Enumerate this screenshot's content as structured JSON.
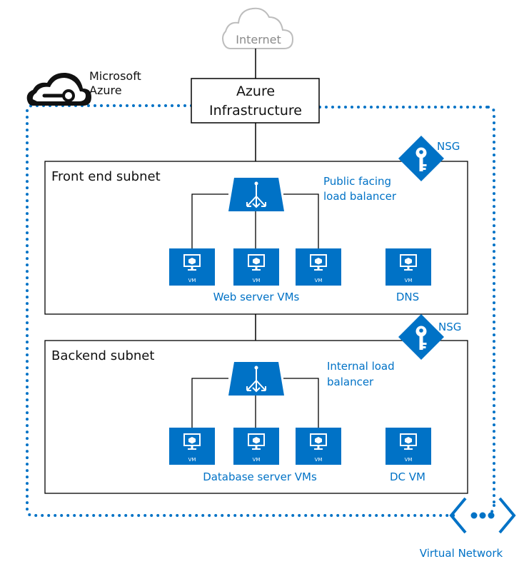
{
  "colors": {
    "azure_blue": "#0072c6",
    "cloud_gray": "#bdbdbd",
    "internet_text": "#8a8a8a",
    "line": "#000000",
    "dots": "#0072c6"
  },
  "internet": {
    "label": "Internet"
  },
  "brand": {
    "line1": "Microsoft",
    "line2": "Azure"
  },
  "infrastructure": {
    "line1": "Azure",
    "line2": "Infrastructure"
  },
  "front_subnet": {
    "title": "Front end subnet",
    "nsg": "NSG",
    "lb_line1": "Public facing",
    "lb_line2": "load balancer",
    "vm_group_label": "Web server VMs",
    "dns_label": "DNS",
    "vm_badge": "VM"
  },
  "back_subnet": {
    "title": "Backend subnet",
    "nsg": "NSG",
    "lb_line1": "Internal load",
    "lb_line2": "balancer",
    "vm_group_label": "Database server VMs",
    "dc_label": "DC VM",
    "vm_badge": "VM"
  },
  "virtual_network": {
    "label": "Virtual Network"
  },
  "icons": {
    "cloud": "cloud-icon",
    "azure": "azure-cloud-icon",
    "key": "key-icon",
    "load_balancer": "load-balancer-icon",
    "vm": "virtual-machine-icon",
    "vnet": "virtual-network-icon"
  }
}
